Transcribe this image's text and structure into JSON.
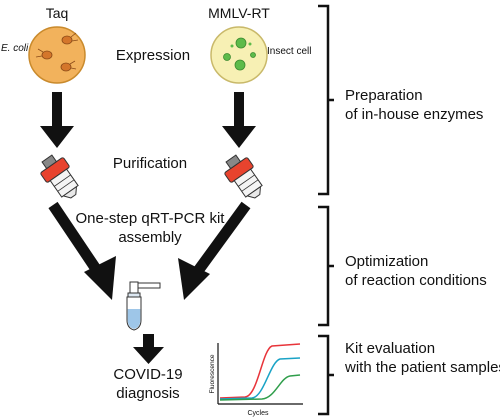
{
  "enzymes": {
    "left": {
      "name": "Taq",
      "host": "E. coli"
    },
    "right": {
      "name": "MMLV-RT",
      "host": "Insect cell"
    }
  },
  "steps": {
    "expression": "Expression",
    "purification": "Purification",
    "assembly_line1": "One-step qRT-PCR kit",
    "assembly_line2": "assembly",
    "result_line1": "COVID-19",
    "result_line2": "diagnosis"
  },
  "stages": [
    {
      "line1": "Preparation",
      "line2": "of in-house enzymes"
    },
    {
      "line1": "Optimization",
      "line2": "of reaction conditions"
    },
    {
      "line1": "Kit evaluation",
      "line2": "with the patient samples"
    }
  ],
  "mini_chart": {
    "xlabel": "Cycles",
    "ylabel": "Fluorescence",
    "curve_colors": [
      "#e8343a",
      "#1aa3c6",
      "#2f9e4b"
    ]
  },
  "colors": {
    "dish_orange": "#f2b25c",
    "dish_yellow": "#f7f0b4",
    "cell_green": "#5dbb4a",
    "column_red": "#e8432e",
    "tube_blue": "#9ec6e8"
  }
}
